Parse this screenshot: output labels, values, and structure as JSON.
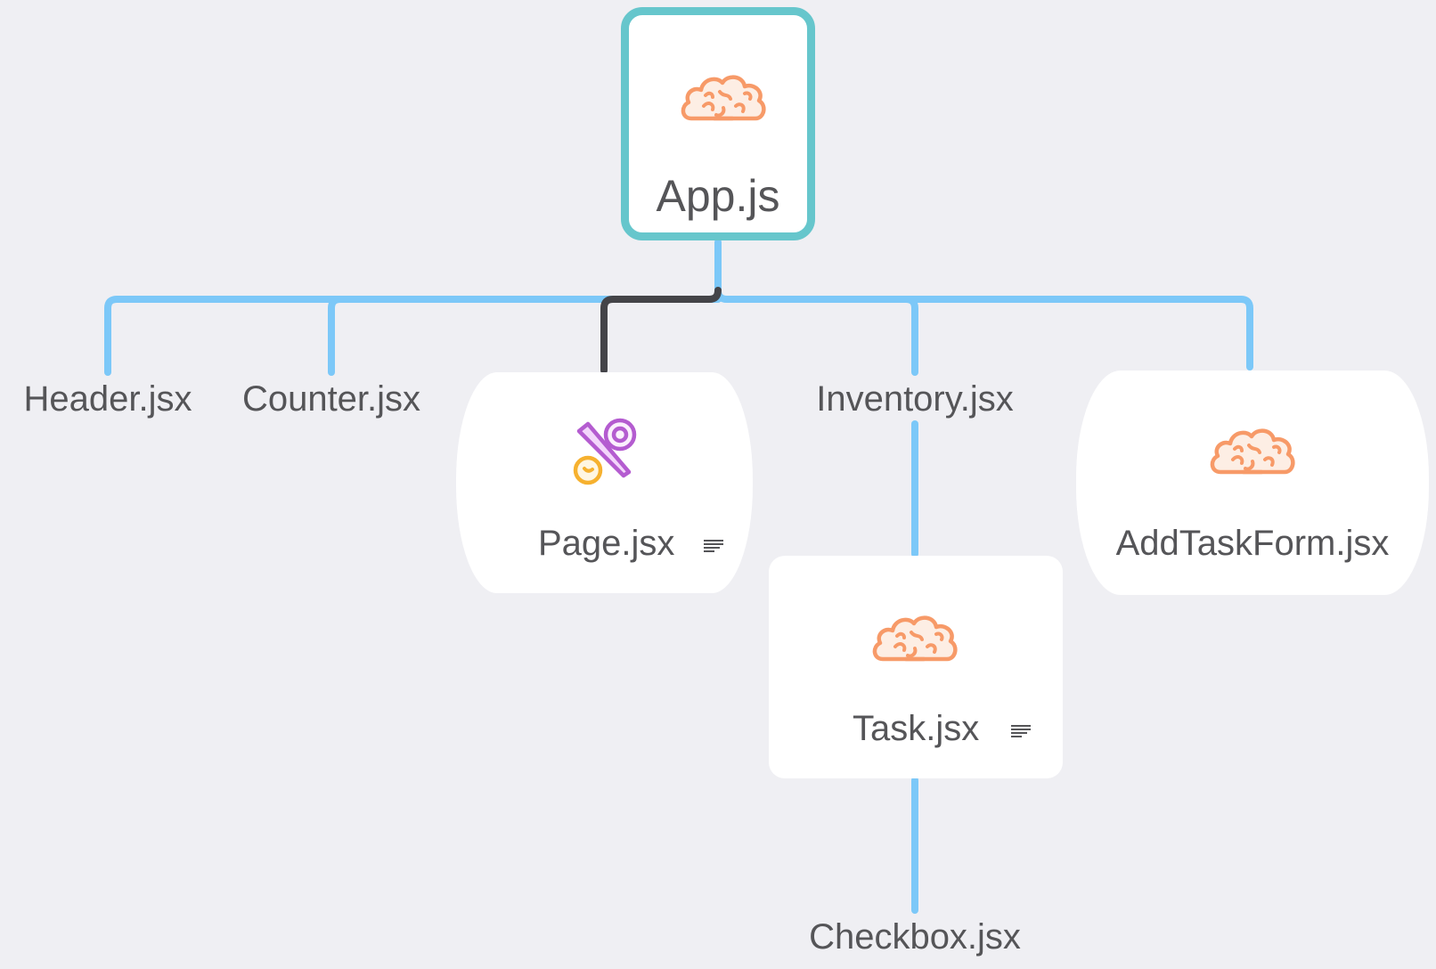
{
  "diagram": {
    "root": {
      "label": "App.js",
      "icon": "brain-icon"
    },
    "children": [
      {
        "label": "Header.jsx"
      },
      {
        "label": "Counter.jsx"
      },
      {
        "label": "Page.jsx",
        "icon": "pacifier-icon",
        "has_note": true
      },
      {
        "label": "Inventory.jsx"
      },
      {
        "label": "AddTaskForm.jsx",
        "icon": "brain-icon"
      }
    ],
    "grandchildren": [
      {
        "label": "Task.jsx",
        "icon": "brain-icon",
        "has_note": true
      },
      {
        "label": "Checkbox.jsx"
      }
    ]
  },
  "colors": {
    "background": "#efeff3",
    "connector": "#7cc8f8",
    "selected_connector": "#444448",
    "root_border": "#66c6cc",
    "brain_stroke": "#f79a68",
    "brain_fill": "#fdeee4",
    "pacifier_purple": "#b45cd0",
    "pacifier_orange": "#f6b12f",
    "text": "#555558"
  }
}
